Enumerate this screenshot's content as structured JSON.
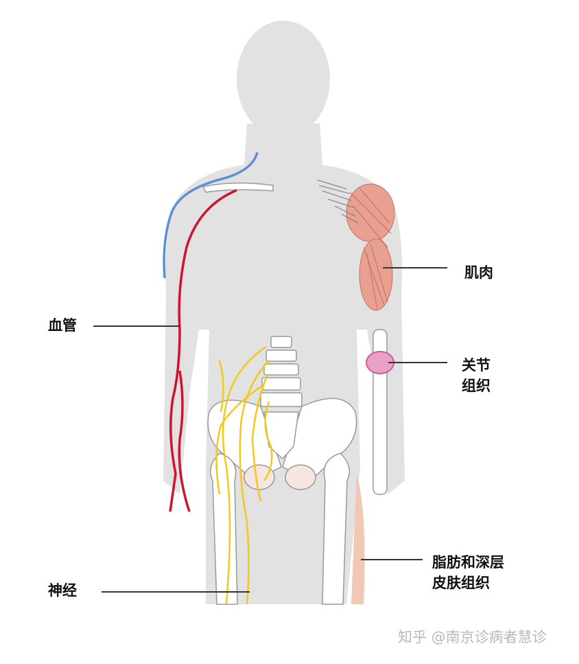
{
  "labels": {
    "blood_vessels": "血管",
    "muscle": "肌肉",
    "joint_line1": "关节",
    "joint_line2": "组织",
    "fat_line1": "脂肪和深层",
    "fat_line2": "皮肤组织",
    "nerves": "神经"
  },
  "watermark": "知乎 @南京诊病者慧诊",
  "colors": {
    "body": "#e2e2e2",
    "artery": "#d0122e",
    "vein": "#5b8fd0",
    "nerve": "#f2c81a",
    "bone": "#ffffff",
    "bone_outline": "#999999",
    "muscle": "#e8a090",
    "joint": "#d05b9a",
    "fat": "#f0c8b4"
  }
}
